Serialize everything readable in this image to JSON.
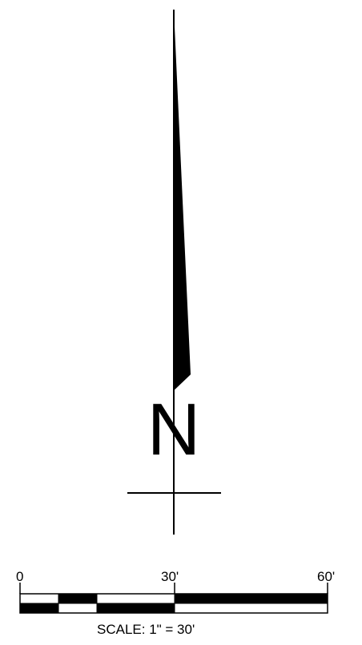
{
  "north_arrow": {
    "letter": "N",
    "icon": "north-arrow-icon"
  },
  "scale_bar": {
    "ticks": [
      "0",
      "30'",
      "60'"
    ],
    "caption": "SCALE: 1\" = 30'",
    "fill_color": "#000000",
    "background_color": "#ffffff"
  }
}
